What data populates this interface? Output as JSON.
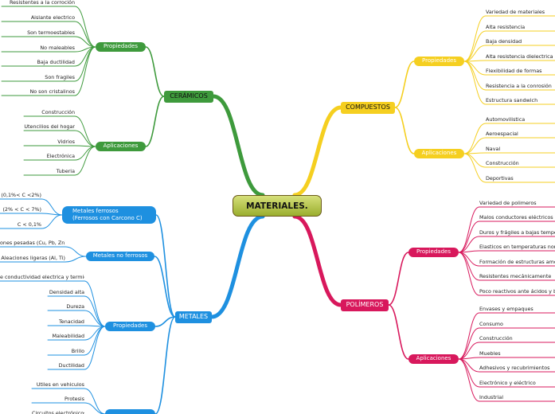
{
  "center": "MATERIALES.",
  "branches": {
    "ceramicos": {
      "title": "CERÁMICOS",
      "color": "#3e9a3c",
      "propiedades": {
        "label": "Propiedades",
        "items": [
          "Resistentes a la corroción",
          "Aislante electrico",
          "Son termoestables",
          "No maleables",
          "Baja ductilidad",
          "Son fragiles",
          "No son cristalinos"
        ]
      },
      "aplicaciones": {
        "label": "Aplicaciones",
        "items": [
          "Construcción",
          "Utencilios del hogar",
          "Vidrios",
          "Electrónica",
          "Tuberia"
        ]
      }
    },
    "compuestos": {
      "title": "COMPUESTOS",
      "color": "#f5cf20",
      "propiedades": {
        "label": "Propiedades",
        "items": [
          "Variedad de materiales",
          "Alta resistencia",
          "Baja densidad",
          "Alta resistencia dielectrica",
          "Flexibilidad de formas",
          "Resistencia a la conrosión",
          "Estructura sandwich"
        ]
      },
      "aplicaciones": {
        "label": "Aplicaciones",
        "items": [
          "Automovilistica",
          "Aeroespacial",
          "Naval",
          "Construcción",
          "Deportivas"
        ]
      }
    },
    "polimeros": {
      "title": "POLÍMEROS",
      "color": "#d8185c",
      "propiedades": {
        "label": "Propiedades",
        "items": [
          "Variedad de polimeros",
          "Malos conductores eléctricos",
          "Duros y frágiles a bajas tempe",
          "Elasticos en temperaturas norr",
          "Formación de estructuras amor",
          "Resistentes mecánicamente",
          "Poco reactivos ante ácidos y ba"
        ]
      },
      "aplicaciones": {
        "label": "Aplicaciones",
        "items": [
          "Envases y empaques",
          "Consumo",
          "Construcción",
          "Muebles",
          "Adhesivos y recubrimientos",
          "Electrónico y eléctrico",
          "Industrial"
        ]
      }
    },
    "metales": {
      "title": "METALES",
      "color": "#1e90e0",
      "ferrosos": {
        "label": "Metales ferrosos\n(Ferrosos con Carcono C)",
        "items": [
          "(0,1%< C <2%)",
          "(2% < C < 7%)",
          "C < 0,1%"
        ]
      },
      "noferrosos": {
        "label": "Metales no ferrosos",
        "items": [
          "ones pesadas (Cu, Pb, Zn)",
          "Aleaciones ligeras (Al, Ti)"
        ]
      },
      "propiedades": {
        "label": "Propiedades",
        "items": [
          "e conductividad electrica y termica",
          "Densidad alta",
          "Dureza",
          "Tenacidad",
          "Maleabilidad",
          "Brillo",
          "Ductilidad"
        ]
      },
      "aplicaciones": {
        "label": "",
        "items": [
          "Utiles en vehiculos",
          "Protesis",
          "Circuitos electrónicos"
        ]
      }
    }
  }
}
